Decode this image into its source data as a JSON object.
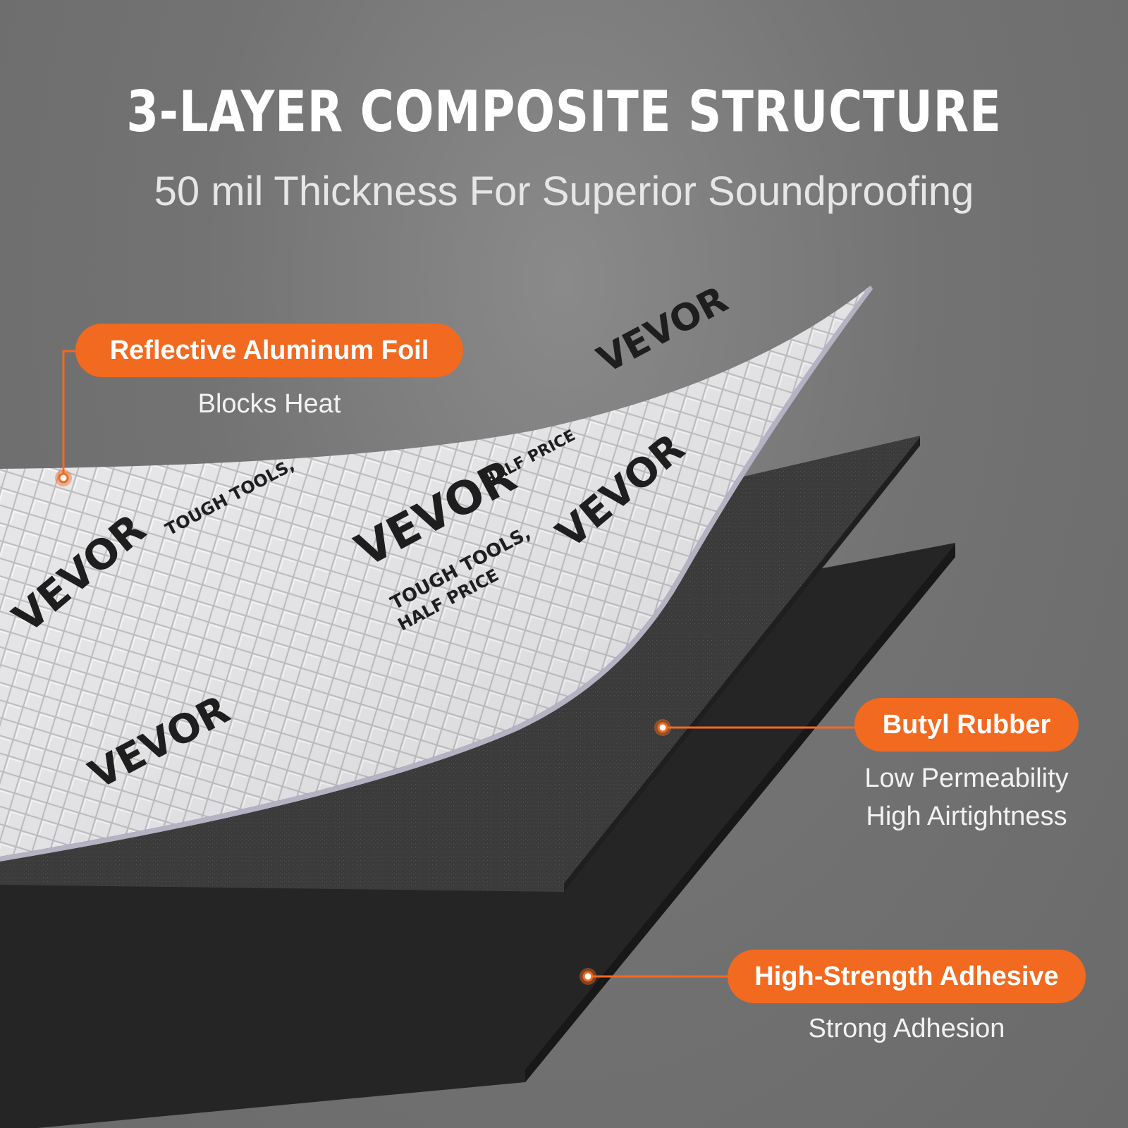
{
  "header": {
    "title": "3-LAYER COMPOSITE STRUCTURE",
    "subtitle": "50 mil Thickness For Superior Soundproofing"
  },
  "layers": [
    {
      "label": "Reflective Aluminum Foil",
      "descriptions": [
        "Blocks Heat"
      ]
    },
    {
      "label": "Butyl Rubber",
      "descriptions": [
        "Low Permeability",
        "High Airtightness"
      ]
    },
    {
      "label": "High-Strength Adhesive",
      "descriptions": [
        "Strong Adhesion"
      ]
    }
  ],
  "product_marking": {
    "brand": "VEVOR",
    "slogan_1": "TOUGH TOOLS,",
    "slogan_2": "HALF PRICE"
  },
  "colors": {
    "accent": "#f26a1f",
    "foil": "#e2e2e4",
    "butyl": "#3a3a3a",
    "adhesive": "#262626"
  }
}
